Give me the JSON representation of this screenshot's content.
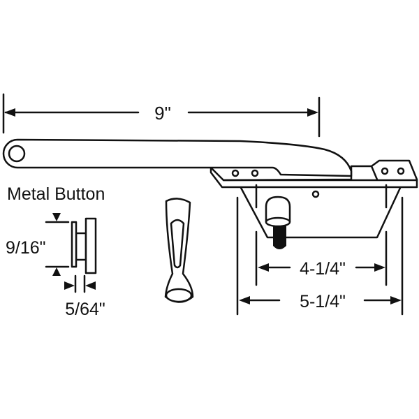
{
  "dimensions": {
    "arm_length": "9\"",
    "inner_width": "4-1/4\"",
    "outer_width": "5-1/4\"",
    "button_height": "9/16\"",
    "button_thickness": "5/64\""
  },
  "labels": {
    "metal_button": "Metal Button"
  },
  "colors": {
    "line": "#111111",
    "background": "#ffffff"
  }
}
